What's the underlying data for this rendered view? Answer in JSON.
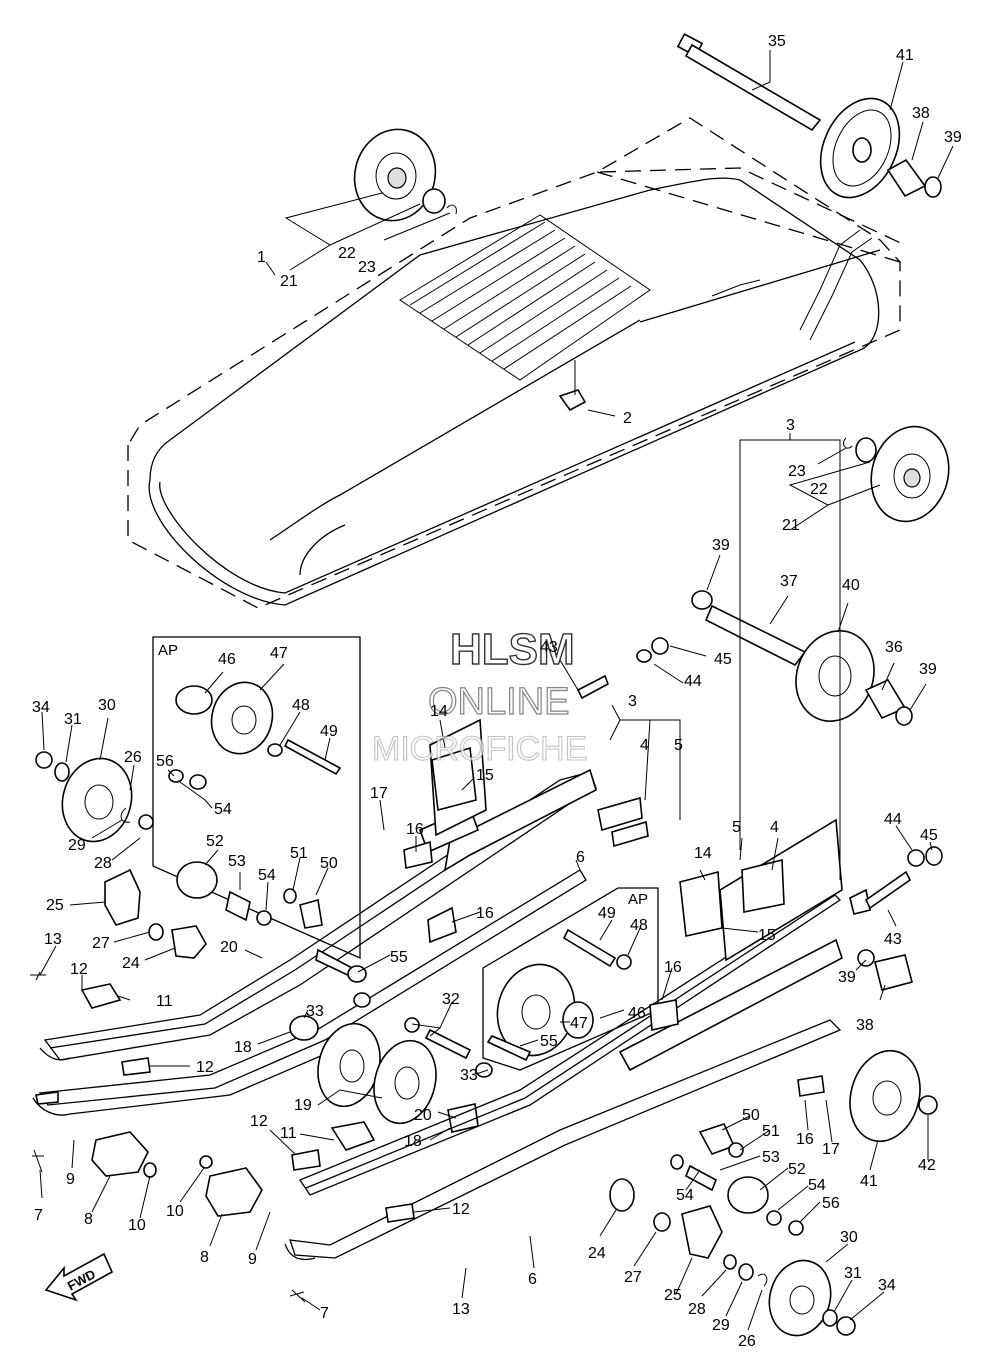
{
  "watermark": {
    "line1": "HLSM",
    "line2": "ONLINE",
    "line3": "MICROFICHE"
  },
  "boxes": {
    "ap_left": "AP",
    "ap_right": "AP"
  },
  "forward_arrow": "FWD",
  "callouts": {
    "c35": "35",
    "c41a": "41",
    "c38a": "38",
    "c39a": "39",
    "c22a": "22",
    "c23a": "23",
    "c21a": "21",
    "c1": "1",
    "c2": "2",
    "c23b": "23",
    "c22b": "22",
    "c21b": "21",
    "c39b": "39",
    "c37": "37",
    "c40": "40",
    "c36": "36",
    "c39c": "39",
    "c43a": "43",
    "c45a": "45",
    "c44a": "44",
    "c3a": "3",
    "c4a": "4",
    "c5a": "5",
    "c46a": "46",
    "c47a": "47",
    "c48a": "48",
    "c49a": "49",
    "c56a": "56",
    "c54a": "54",
    "c52a": "52",
    "c53a": "53",
    "c54b": "54",
    "c51a": "51",
    "c50a": "50",
    "c34a": "34",
    "c31a": "31",
    "c30a": "30",
    "c26a": "26",
    "c29a": "29",
    "c28a": "28",
    "c14a": "14",
    "c15a": "15",
    "c17a": "17",
    "c16a": "16",
    "c3b": "3",
    "c5b": "5",
    "c4b": "4",
    "c44b": "44",
    "c45b": "45",
    "c43b": "43",
    "c25a": "25",
    "c27a": "27",
    "c24a": "24",
    "c13a": "13",
    "c12a": "12",
    "c11a": "11",
    "c20a": "20",
    "c55a": "55",
    "c16b": "16",
    "c6a": "6",
    "c14b": "14",
    "c15b": "15",
    "c49b": "49",
    "c48b": "48",
    "c16c": "16",
    "c33a": "33",
    "c32a": "32",
    "c18a": "18",
    "c12b": "12",
    "c47b": "47",
    "c46b": "46",
    "c55b": "55",
    "c39d": "39",
    "c38b": "38",
    "c19": "19",
    "c33b": "33",
    "c20b": "20",
    "c18b": "18",
    "c7a": "7",
    "c9a": "9",
    "c8a": "8",
    "c10a": "10",
    "c12c": "12",
    "c11b": "11",
    "c10b": "10",
    "c8b": "8",
    "c9b": "9",
    "c12d": "12",
    "c50b": "50",
    "c51b": "51",
    "c53b": "53",
    "c52b": "52",
    "c54c": "54",
    "c54d": "54",
    "c56b": "56",
    "c16d": "16",
    "c17b": "17",
    "c41b": "41",
    "c42": "42",
    "c24b": "24",
    "c6b": "6",
    "c27b": "27",
    "c25b": "25",
    "c28b": "28",
    "c29b": "29",
    "c26b": "26",
    "c30b": "30",
    "c31b": "31",
    "c34b": "34",
    "c7b": "7",
    "c13b": "13"
  }
}
